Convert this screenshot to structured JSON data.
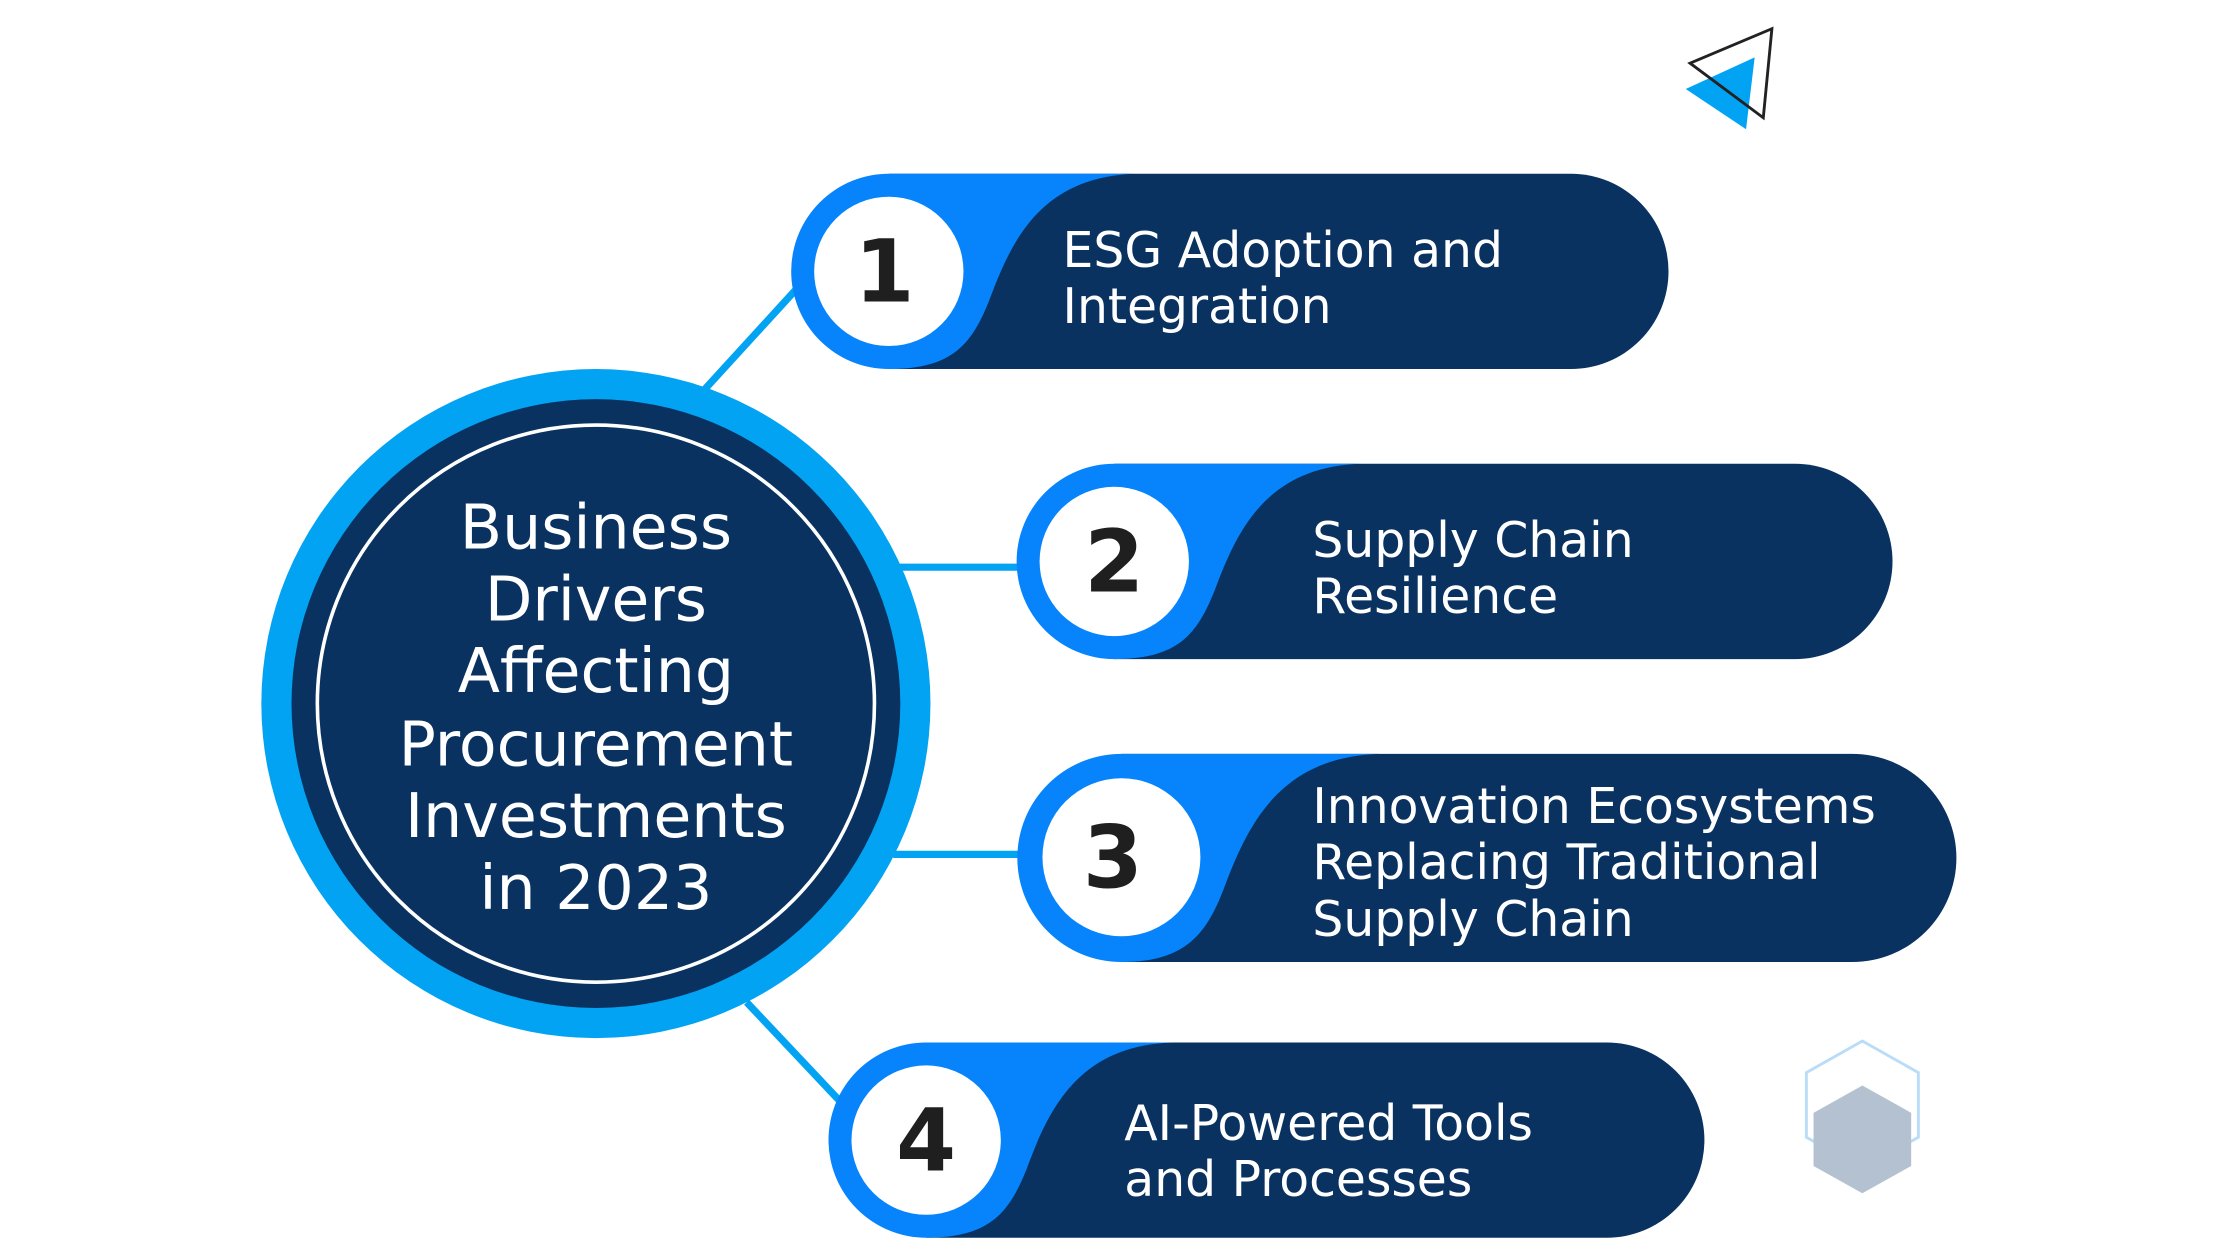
{
  "title_lines": [
    "Business",
    "Drivers",
    "Affecting",
    "Procurement",
    "Investments",
    "in 2023"
  ],
  "colors": {
    "navy": "#0a3260",
    "accent_blue": "#0784fb",
    "light_blue": "#03a3f4",
    "number": "#1f1f1f"
  },
  "drivers": [
    {
      "number": "1",
      "lines": [
        "ESG Adoption and",
        "Integration"
      ]
    },
    {
      "number": "2",
      "lines": [
        "Supply Chain",
        "Resilience"
      ]
    },
    {
      "number": "3",
      "lines": [
        "Innovation Ecosystems",
        "Replacing Traditional",
        "Supply Chain"
      ]
    },
    {
      "number": "4",
      "lines": [
        "AI-Powered Tools",
        "and Processes"
      ]
    }
  ],
  "decorations": [
    "triangle-logo-icon",
    "hexagon-icon"
  ]
}
